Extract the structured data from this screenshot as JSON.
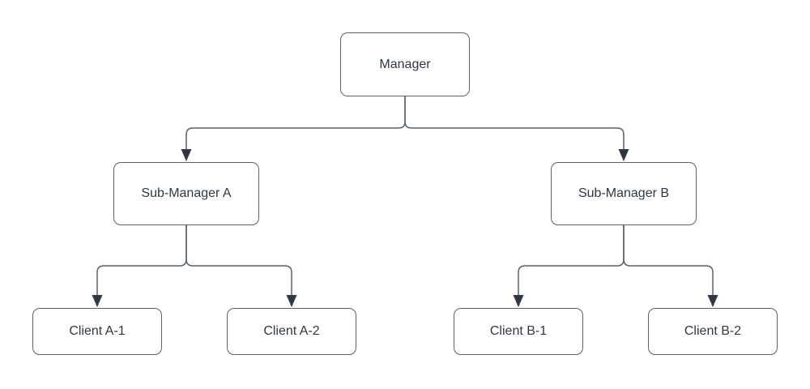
{
  "diagram": {
    "type": "org-chart",
    "nodes": {
      "manager": {
        "label": "Manager"
      },
      "sub_a": {
        "label": "Sub-Manager A"
      },
      "sub_b": {
        "label": "Sub-Manager B"
      },
      "client_a1": {
        "label": "Client A-1"
      },
      "client_a2": {
        "label": "Client A-2"
      },
      "client_b1": {
        "label": "Client B-1"
      },
      "client_b2": {
        "label": "Client B-2"
      }
    },
    "edges": [
      {
        "from": "Manager",
        "to": "Sub-Manager A"
      },
      {
        "from": "Manager",
        "to": "Sub-Manager B"
      },
      {
        "from": "Sub-Manager A",
        "to": "Client A-1"
      },
      {
        "from": "Sub-Manager A",
        "to": "Client A-2"
      },
      {
        "from": "Sub-Manager B",
        "to": "Client B-1"
      },
      {
        "from": "Sub-Manager B",
        "to": "Client B-2"
      }
    ],
    "colors": {
      "background": "#ffffff",
      "node_fill": "#ffffff",
      "node_border": "#59616b",
      "edge_line": "#59616b",
      "arrowhead": "#2f3743",
      "text": "#2f3743"
    }
  }
}
